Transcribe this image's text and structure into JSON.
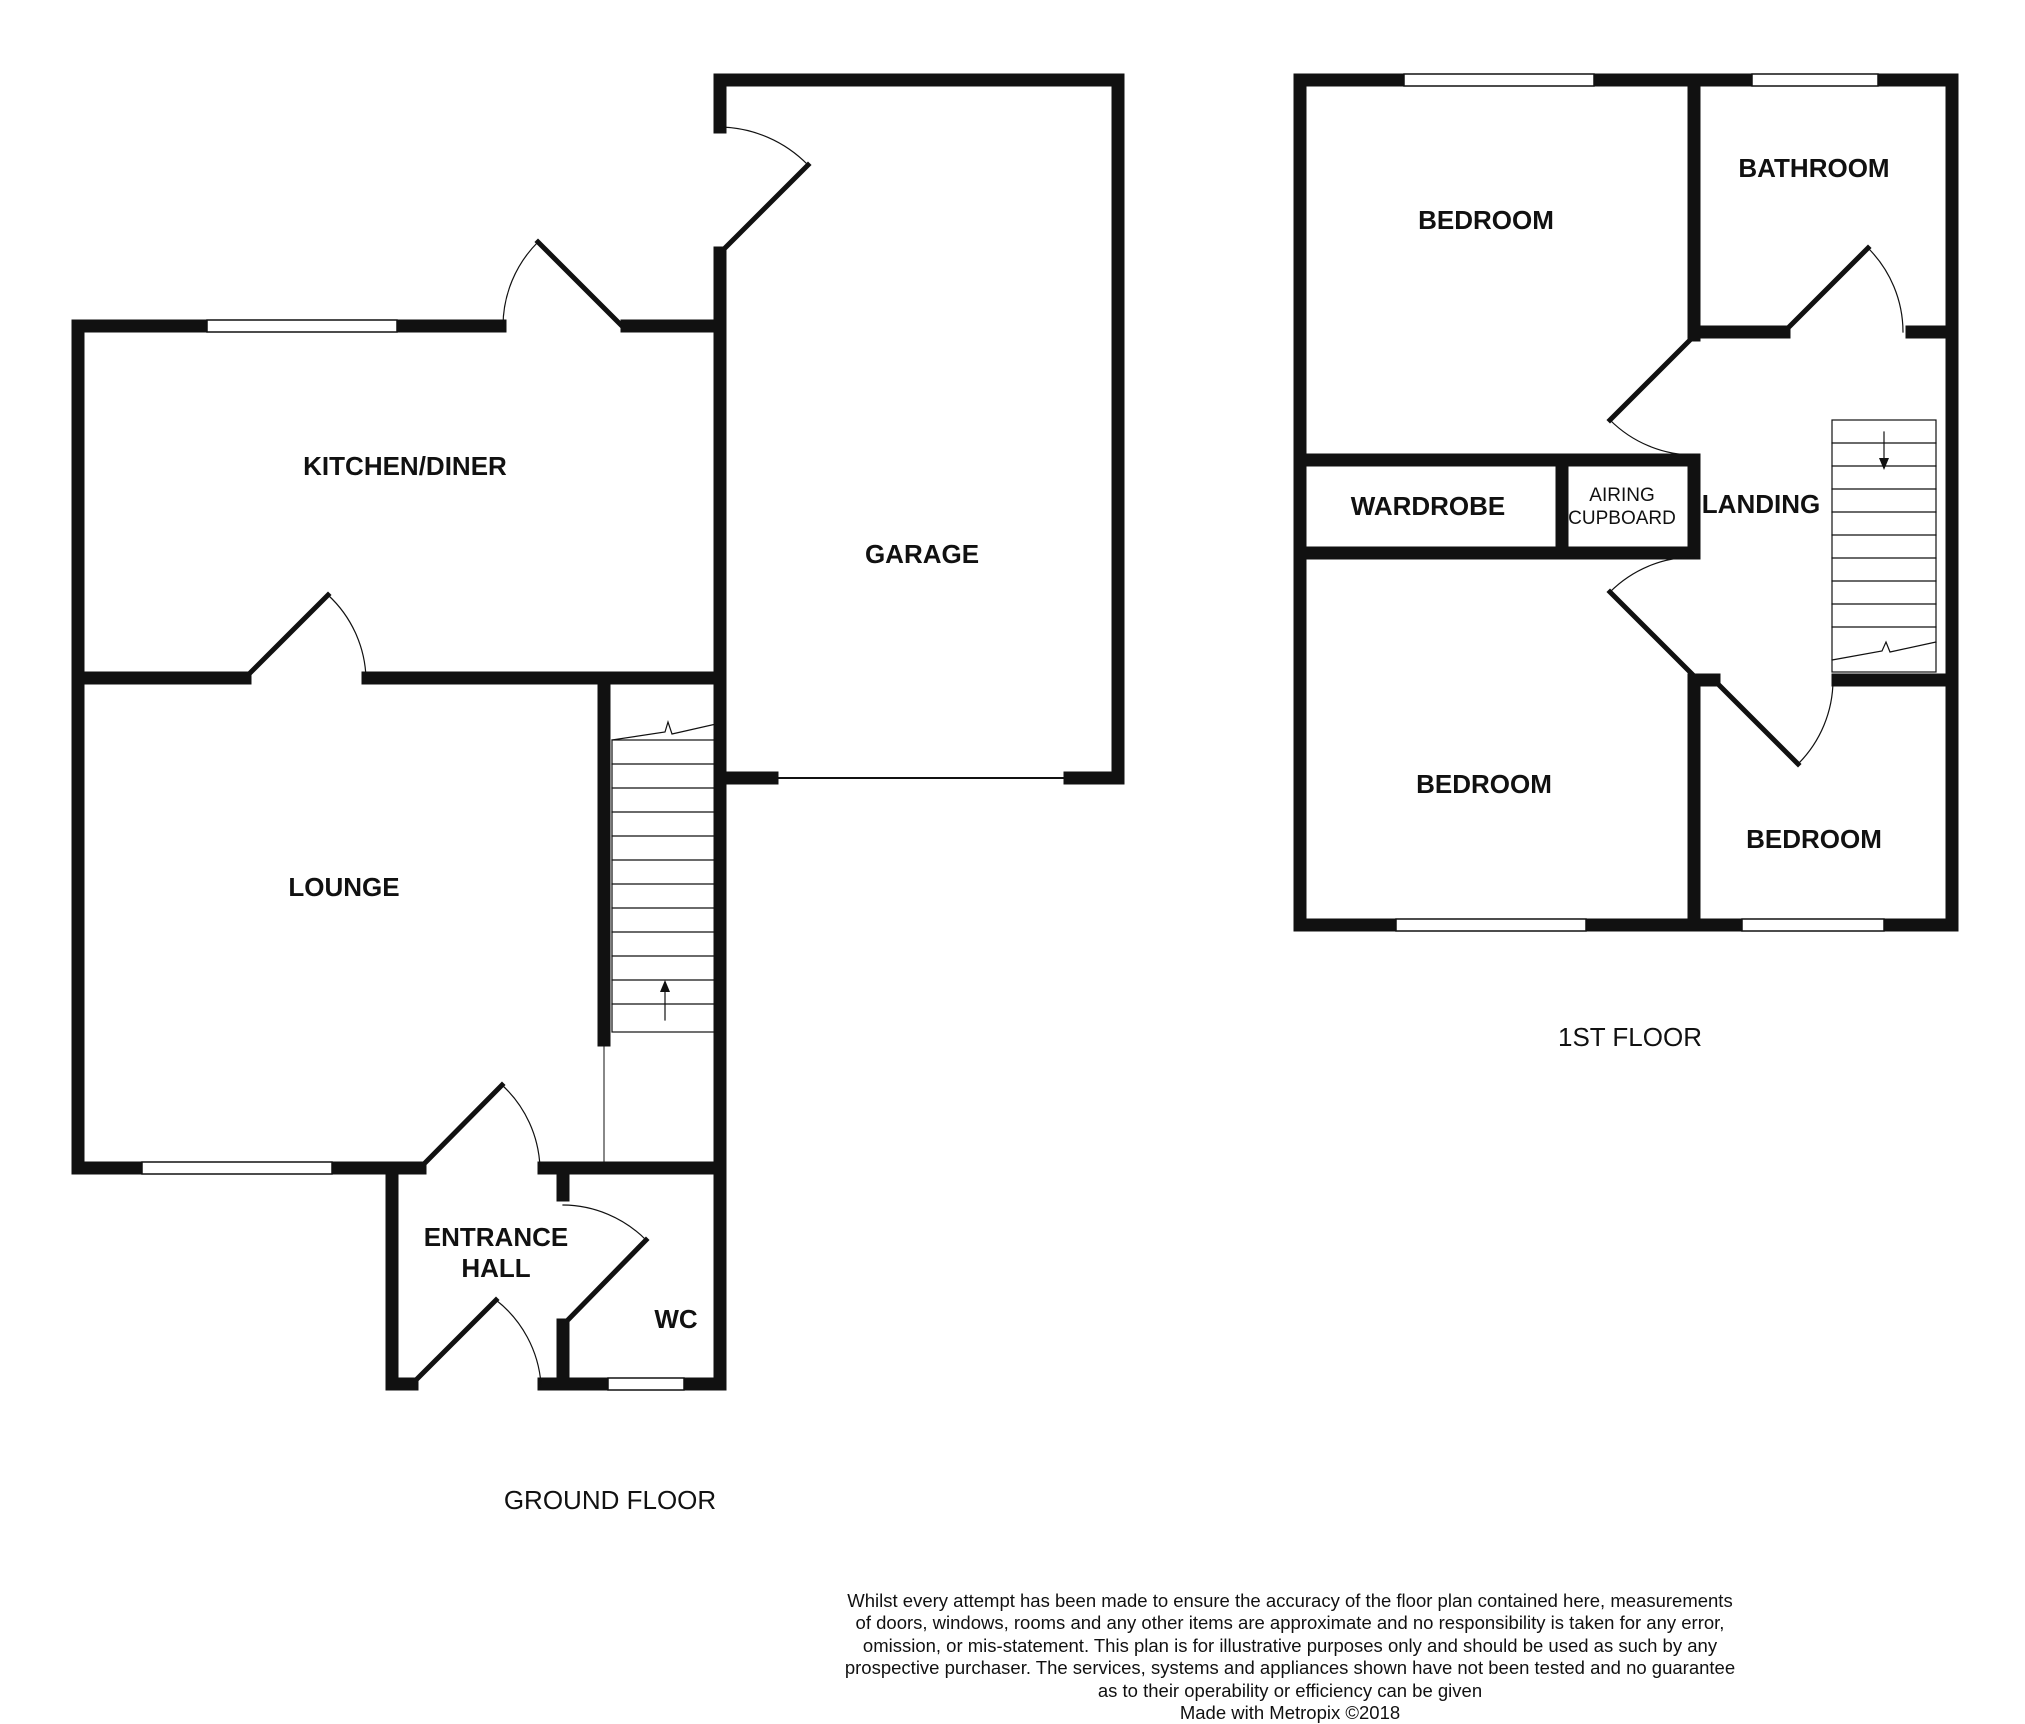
{
  "ground_floor": {
    "title": "GROUND FLOOR",
    "rooms": {
      "kitchen_diner": "KITCHEN/DINER",
      "garage": "GARAGE",
      "lounge": "LOUNGE",
      "entrance_hall_line1": "ENTRANCE",
      "entrance_hall_line2": "HALL",
      "wc": "WC"
    }
  },
  "first_floor": {
    "title": "1ST FLOOR",
    "rooms": {
      "bedroom_1": "BEDROOM",
      "bathroom": "BATHROOM",
      "wardrobe": "WARDROBE",
      "airing_cupboard_line1": "AIRING",
      "airing_cupboard_line2": "CUPBOARD",
      "landing": "LANDING",
      "bedroom_2": "BEDROOM",
      "bedroom_3": "BEDROOM"
    }
  },
  "disclaimer": {
    "lines": [
      "Whilst every attempt has been made to ensure the accuracy of the floor plan contained here, measurements",
      "of doors, windows, rooms and any other items are approximate and no responsibility is taken for any error,",
      "omission, or mis-statement. This plan is for illustrative purposes only and should be used as such by any",
      "prospective purchaser. The services, systems and appliances shown have not been tested and no guarantee",
      "as to their operability or efficiency can be given"
    ],
    "credit": "Made with Metropix ©2018"
  },
  "colors": {
    "wall": "#111111",
    "window": "#ffffff",
    "background": "#ffffff"
  }
}
